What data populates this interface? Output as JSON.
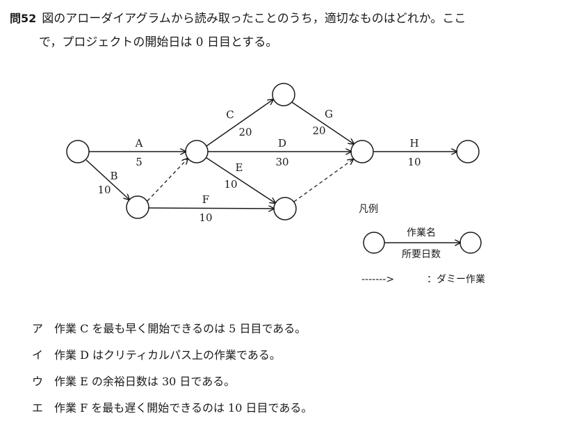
{
  "question": {
    "number": "問52",
    "line1": "図のアローダイアグラムから読み取ったことのうち，適切なものはどれか。ここ",
    "line2": "で，プロジェクトの開始日は 0 日目とする。"
  },
  "diagram": {
    "activities": [
      {
        "id": "A",
        "name": "A",
        "days": "5"
      },
      {
        "id": "B",
        "name": "B",
        "days": "10"
      },
      {
        "id": "C",
        "name": "C",
        "days": "20"
      },
      {
        "id": "D",
        "name": "D",
        "days": "30"
      },
      {
        "id": "E",
        "name": "E",
        "days": "10"
      },
      {
        "id": "F",
        "name": "F",
        "days": "10"
      },
      {
        "id": "G",
        "name": "G",
        "days": "20"
      },
      {
        "id": "H",
        "name": "H",
        "days": "10"
      }
    ],
    "legend": {
      "title": "凡例",
      "activity_name": "作業名",
      "duration": "所要日数",
      "dummy_arrow": "------->",
      "dummy_label": "：ダミー作業"
    }
  },
  "choices": [
    {
      "label": "ア",
      "text": "作業 C を最も早く開始できるのは 5 日目である。"
    },
    {
      "label": "イ",
      "text": "作業 D はクリティカルパス上の作業である。"
    },
    {
      "label": "ウ",
      "text": "作業 E の余裕日数は 30 日である。"
    },
    {
      "label": "エ",
      "text": "作業 F を最も遅く開始できるのは 10 日目である。"
    }
  ]
}
